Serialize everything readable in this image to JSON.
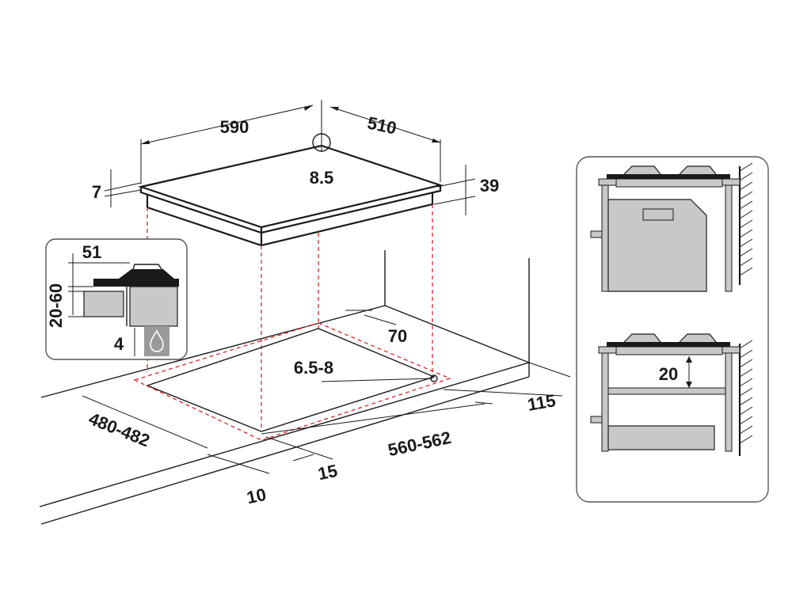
{
  "main_view": {
    "dim_width": "590",
    "dim_depth": "510",
    "dim_gas_inlet": "8.5",
    "dim_glass_thickness": "7",
    "dim_height": "39",
    "dim_clearance_back": "70",
    "dim_inlet_height": "6.5-8",
    "dim_cutout_depth": "480-482",
    "dim_cutout_width": "560-562",
    "dim_side_gap": "115",
    "dim_front_gap_a": "15",
    "dim_front_gap_b": "10"
  },
  "inset_detail": {
    "dim_top": "51",
    "dim_worktop": "20-60",
    "dim_bottom": "4",
    "icon": "gas-flame-icon"
  },
  "right_panel": {
    "dim_shelf_gap": "20"
  },
  "colors": {
    "line": "#1a1a1a",
    "guide": "#d9262c",
    "appliance_fill": "#c8c8c8",
    "panel_border": "#555555"
  }
}
